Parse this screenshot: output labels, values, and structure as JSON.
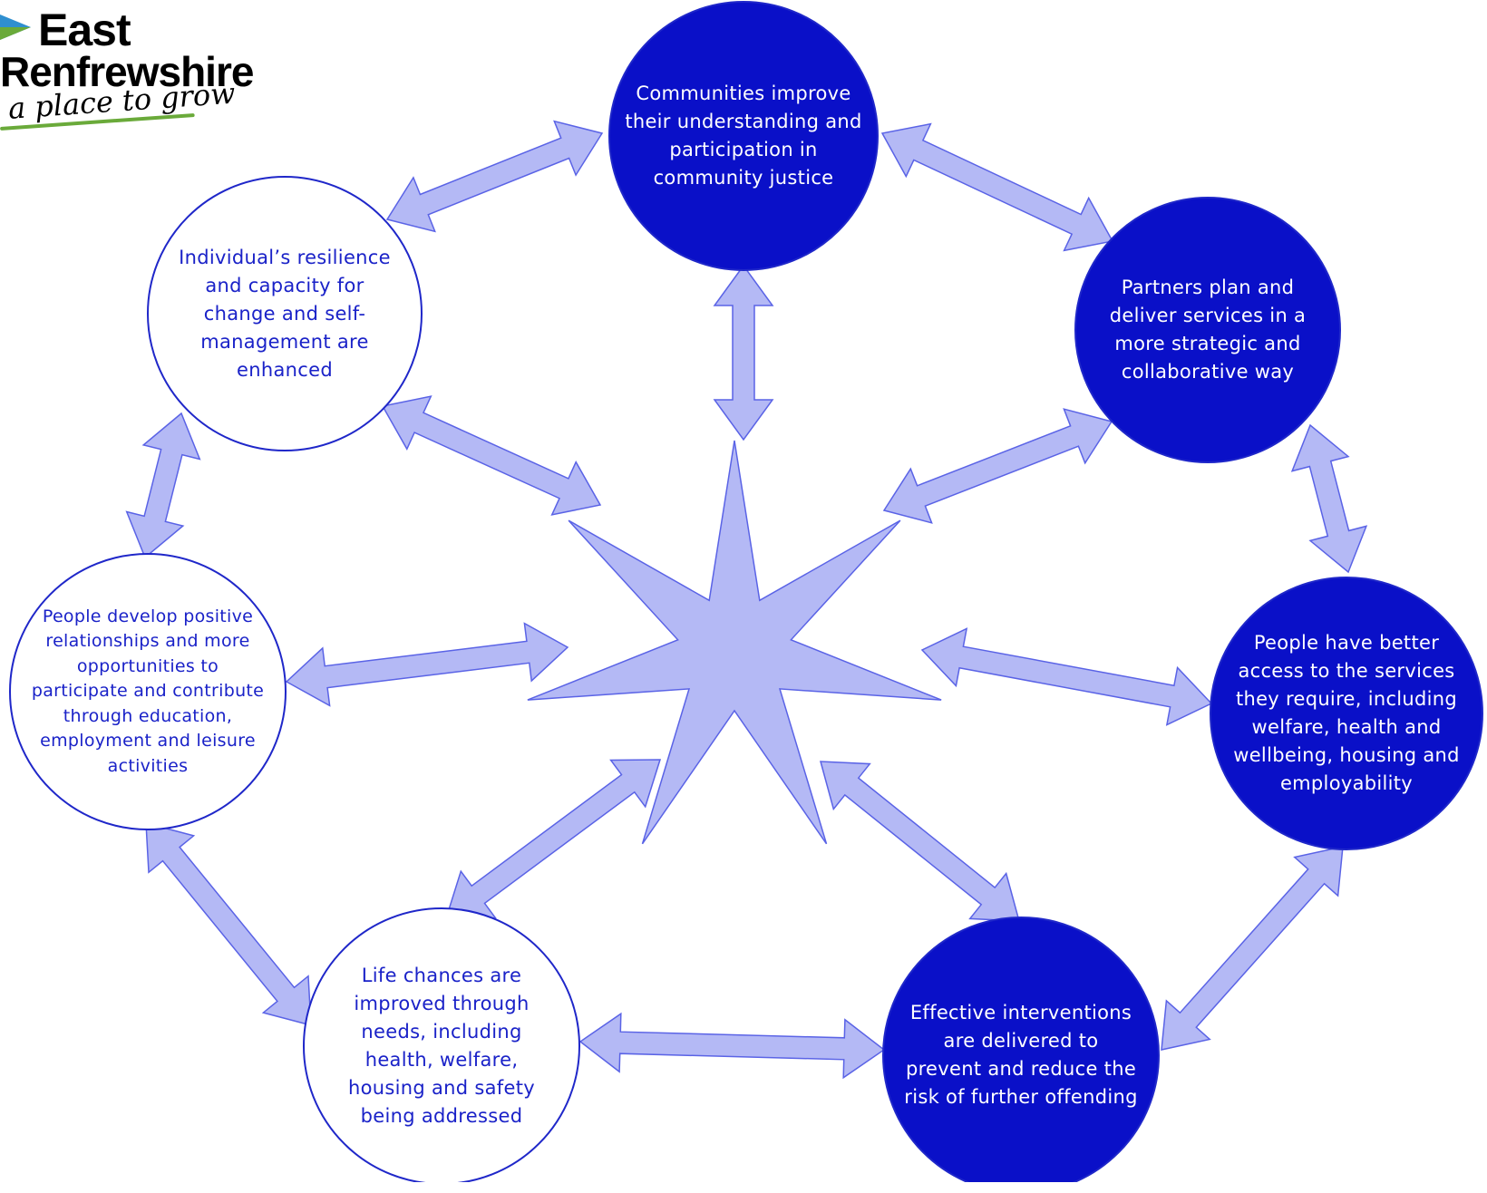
{
  "logo": {
    "line1": "East",
    "line2": "Renfrewshire",
    "tagline": "a place to grow",
    "colors": {
      "leaf_green": "#6aaa3a",
      "leaf_blue": "#2f8fd0"
    }
  },
  "colors": {
    "arrow_fill": "#b4b9f5",
    "arrow_stroke": "#5a63e6",
    "dark_circle_fill": "#0a10c8",
    "light_circle_fill": "#ffffff",
    "circle_stroke": "#1f27c9",
    "dark_text": "#ffffff",
    "light_text": "#1a22c8"
  },
  "outcomes": {
    "top": {
      "text": "Communities improve their understanding and participation in community justice",
      "style": "dark"
    },
    "upper_right": {
      "text": "Partners plan and deliver services in a more strategic and collaborative way",
      "style": "dark"
    },
    "right": {
      "text": "People have better access to the services they require, including welfare, health and wellbeing, housing and employability",
      "style": "dark"
    },
    "lower_right": {
      "text": "Effective interventions are delivered to prevent and reduce the risk of further offending",
      "style": "dark"
    },
    "lower_left": {
      "text": "Life chances are improved through needs, including health, welfare, housing and safety being addressed",
      "style": "light"
    },
    "left": {
      "text": "People develop positive relationships and more opportunities to participate and contribute through education, employment and leisure activities",
      "style": "light"
    },
    "upper_left": {
      "text": "Individual’s resilience and capacity for change and self-management are enhanced",
      "style": "light"
    }
  },
  "center_icon": "seven-point-star-icon",
  "arrow_icon": "double-headed-arrow-icon"
}
